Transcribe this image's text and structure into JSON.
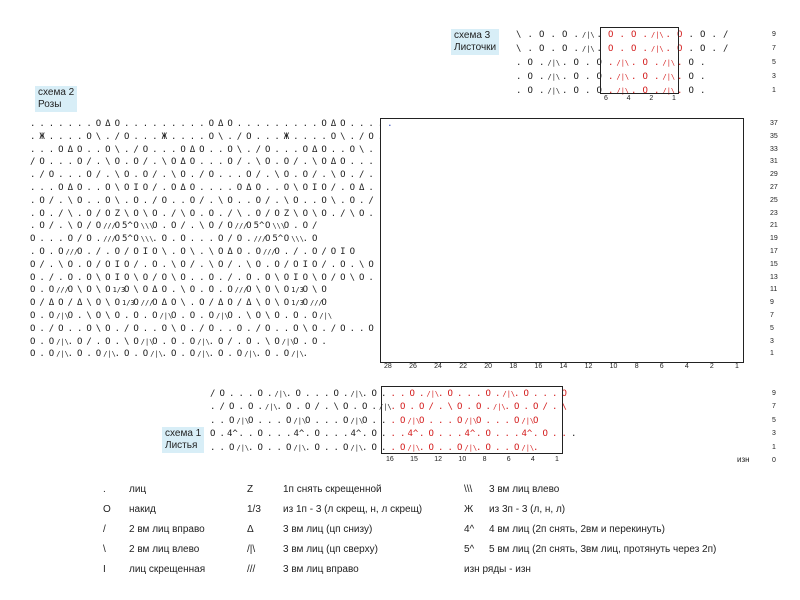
{
  "labels": {
    "s3_name": "схема 3",
    "s3_sub": "Листочки",
    "s2_name": "схема 2",
    "s2_sub": "Розы",
    "s1_name": "схема 1",
    "s1_sub": "Листья",
    "izn": "изн"
  },
  "colors": {
    "black": "#222222",
    "red": "#d42020",
    "blue": "#2a44b8"
  },
  "scheme3": {
    "rows": [
      {
        "label": "9",
        "cells": "\\ . O . O . /|\\ . O . O . /|\\ . O . O . /"
      },
      {
        "label": "7",
        "cells": "\\ . O . O . /|\\ . O . O . /|\\ . O . O . /"
      },
      {
        "label": "5",
        "cells": ". O . /|\\ . O . O . /|\\ . O . /|\\ . O ."
      },
      {
        "label": "3",
        "cells": ". O . /|\\ . O . O . /|\\ . O . /|\\ . O ."
      },
      {
        "label": "1",
        "cells": ". O . /|\\ . O . O . /|\\ . O . /|\\ . O ."
      }
    ],
    "axis": [
      "6",
      "4",
      "2",
      "1"
    ]
  },
  "scheme2": {
    "rows": [
      {
        "label": "37",
        "cells": ". . . . . . . O Δ O . . . . . . . . . O Δ O . . . . . . . . . O Δ O . . . . ."
      },
      {
        "label": "35",
        "cells": ". Ж . . . . O \\ . / O . . . Ж . . . . O \\ . / O . . . Ж . . . . O \\ . / O ."
      },
      {
        "label": "33",
        "cells": ". . . O Δ O . . O \\ . / O . . . O Δ O . . O \\ . / O . . . O Δ O . . O \\ ."
      },
      {
        "label": "31",
        "cells": "/ O . . . O / . \\ O . O / . \\ O Δ O . . . O / . \\ O . O / . \\ O Δ O . . ."
      },
      {
        "label": "29",
        "cells": ". / O . . . O / . \\ O . O / . \\ O . / O . . . O / . \\ O . O / . \\ O . / ."
      },
      {
        "label": "27",
        "cells": ". . . O Δ O . . O \\ O I O / . O Δ O . . . . O Δ O . . O \\ O I O / . O Δ ."
      },
      {
        "label": "25",
        "cells": ". O / . \\ O . . O \\ . O . / O . . O / . \\ O . . O / . \\ O . . O \\ . O . /"
      },
      {
        "label": "23",
        "cells": ". O . / \\ . O / O Z \\ O \\ O . / \\ O . O . / \\ . O / O Z \\ O \\ O . / \\ O ."
      },
      {
        "label": "21",
        "cells": ". O / . \\ O / O /// O 5^ O \\\\\\ O . O / . \\ O / O /// O 5^ O \\\\\\ O . O /"
      },
      {
        "label": "19",
        "cells": "O . . . O / O . /// O 5^ O \\\\\\ . O . O . . . O / O . /// O 5^ O \\\\\\ . O"
      },
      {
        "label": "17",
        "cells": ". O . O /// O . / . O / O I O \\ . O \\ . \\ O Δ O . O /// O . / . O / O I O"
      },
      {
        "label": "15",
        "cells": "O / . \\ O . O / O I O / . O . \\ O / . \\ O / . \\ O . O / O I O / . O . \\ O"
      },
      {
        "label": "13",
        "cells": "O . / . O . O \\ O I O \\ O / O \\ O . . O . / . O . O \\ O I O \\ O / O \\ O ."
      },
      {
        "label": "11",
        "cells": "O . O /// O \\ O \\ O 1/3 O \\ O Δ O . \\ O . O . O /// O \\ O \\ O 1/3 O \\ O"
      },
      {
        "label": "9",
        "cells": "O / Δ O / Δ \\ O \\ O 1/3 O /// O Δ O \\ . O / Δ O / Δ \\ O \\ O 1/3 O /// O"
      },
      {
        "label": "7",
        "cells": "O . O /|\\ O . \\ O \\ O . O . O /|\\ O . O . O /|\\ O . \\ O \\ O . O . O /|\\"
      },
      {
        "label": "5",
        "cells": "O . / O . . O \\ O . / O . . O \\ O . / O . . O . / O . . O \\ O . / O . . O"
      },
      {
        "label": "3",
        "cells": "O . O /|\\ . O / . O . \\ O /|\\ O . O . O /|\\ . O / . O . \\ O /|\\ O . O ."
      },
      {
        "label": "1",
        "cells": "O . O /|\\ . O . O /|\\ . O . O /|\\ . O . O /|\\ . O . O /|\\ . O . O /|\\ ."
      }
    ],
    "axis": [
      "28",
      "26",
      "24",
      "22",
      "20",
      "18",
      "16",
      "14",
      "12",
      "10",
      "8",
      "6",
      "4",
      "2",
      "1"
    ]
  },
  "scheme1": {
    "rows": [
      {
        "label": "9",
        "cells": "/ O . . . O . /|\\ . O . . . O . /|\\ . O . . . O . /|\\ . O . . . O . /|\\ . O . . . O"
      },
      {
        "label": "7",
        "cells": ". / O . O . /|\\ . O . O / . \\ O . O . /|\\ . O . O / . \\ O . O . /|\\ . O . O / . \\"
      },
      {
        "label": "5",
        "cells": ". . O /|\\ O . . . O /|\\ O . . . O /|\\ O . . . O /|\\ O . . . O /|\\ O . . . O /|\\ O"
      },
      {
        "label": "3",
        "cells": "O . 4^ . . O . . . 4^ . O . . . 4^ . O . . . 4^ . O . . . 4^ . O . . . 4^ . O . . ."
      },
      {
        "label": "1",
        "cells": ". . O /|\\ . O . . O /|\\ . O . . O /|\\ . O . . O /|\\ . O . . O /|\\ . O . . O /|\\ ."
      },
      {
        "label": "0",
        "cells": ""
      }
    ],
    "axis": [
      "16",
      "15",
      "12",
      "10",
      "8",
      "6",
      "4",
      "1"
    ]
  },
  "legend": [
    {
      "sym": ".",
      "text": "лиц"
    },
    {
      "sym": "O",
      "text": "накид"
    },
    {
      "sym": "/",
      "text": "2 вм лиц вправо"
    },
    {
      "sym": "\\",
      "text": "2 вм лиц влево"
    },
    {
      "sym": "I",
      "text": "лиц скрещенная"
    },
    {
      "sym": "Z",
      "text": "1п снять скрещенной"
    },
    {
      "sym": "1/3",
      "text": "из 1п - 3 (л скрещ, н, л скрещ)"
    },
    {
      "sym": "Δ",
      "text": "3 вм лиц (цп снизу)"
    },
    {
      "sym": "/|\\",
      "text": "3 вм лиц (цп сверху)"
    },
    {
      "sym": "///",
      "text": "3 вм лиц вправо"
    },
    {
      "sym": "\\\\\\",
      "text": "3 вм лиц влево"
    },
    {
      "sym": "Ж",
      "text": "из 3п - 3 (л, н, л)"
    },
    {
      "sym": "4^",
      "text": "4 вм лиц (2п снять, 2вм и перекинуть)"
    },
    {
      "sym": "5^",
      "text": "5 вм лиц (2п снять, 3вм лиц, протянуть через 2п)"
    },
    {
      "sym": "",
      "text": "изн ряды - изн"
    }
  ]
}
